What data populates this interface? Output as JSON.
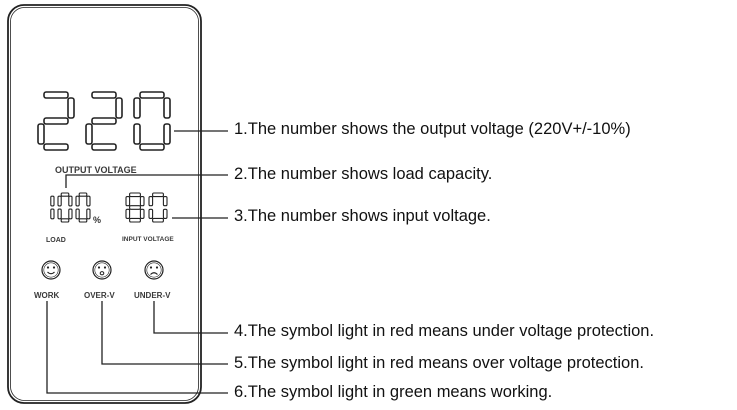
{
  "panel": {
    "main_display": "220",
    "main_label": "OUTPUT VOLTAGE",
    "load_display": "100",
    "load_unit": "%",
    "load_label": "LOAD",
    "input_display": "80",
    "input_label": "INPUT VOLTAGE",
    "indicators": [
      {
        "label": "WORK",
        "face": "smile"
      },
      {
        "label": "OVER-V",
        "face": "surprised"
      },
      {
        "label": "UNDER-V",
        "face": "frown"
      }
    ]
  },
  "callouts": [
    "1.The number shows the output voltage (220V+/-10%)",
    "2.The number shows load capacity.",
    "3.The number shows input voltage.",
    "4.The symbol light in red means under voltage protection.",
    "5.The symbol light in red means over voltage protection.",
    "6.The symbol light in green means working."
  ],
  "colors": {
    "outline": "#222222",
    "leader": "#222222",
    "text": "#111111"
  }
}
